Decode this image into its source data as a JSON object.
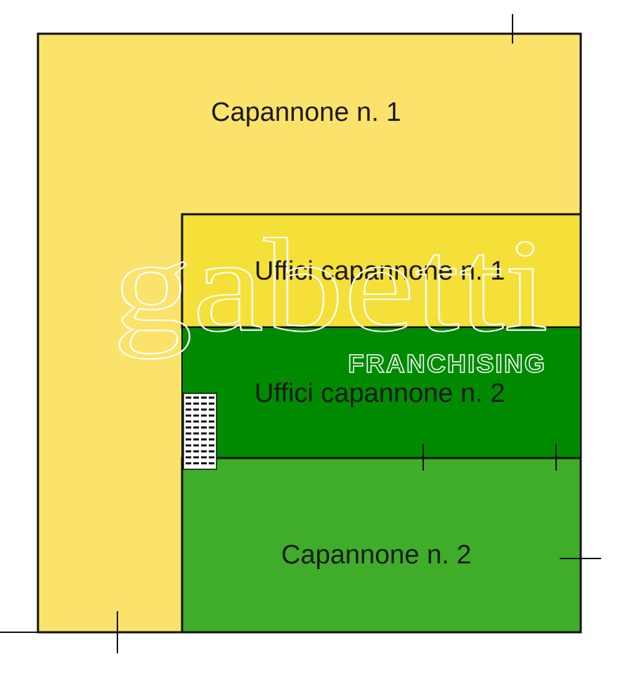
{
  "colors": {
    "capannone_1": "#fbe36b",
    "uffici_capannone_1": "#f5e03a",
    "uffici_capannone_2": "#008a00",
    "capannone_2": "#3fad2a",
    "walls": "#111111",
    "watermark": "#ffffff"
  },
  "rooms": {
    "capannone_1": {
      "label": "Capannone n. 1"
    },
    "uffici_capannone_1": {
      "label": "Uffici capannone n. 1"
    },
    "uffici_capannone_2": {
      "label": "Uffici capannone n. 2"
    },
    "capannone_2": {
      "label": "Capannone n. 2"
    }
  },
  "watermark": {
    "brand": "gabetti",
    "subtitle": "FRANCHISING"
  }
}
